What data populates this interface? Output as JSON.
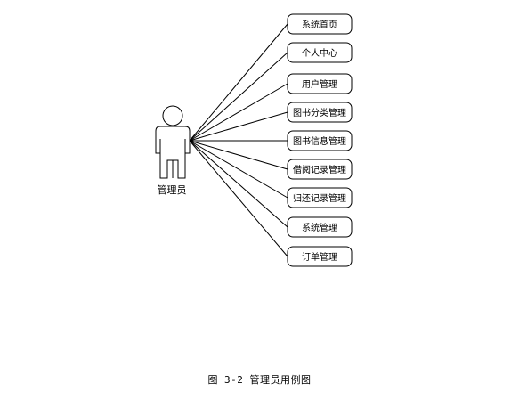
{
  "actor": {
    "name": "管理员"
  },
  "use_cases": [
    {
      "label": "系统首页"
    },
    {
      "label": "个人中心"
    },
    {
      "label": "用户管理"
    },
    {
      "label": "图书分类管理"
    },
    {
      "label": "图书信息管理"
    },
    {
      "label": "借阅记录管理"
    },
    {
      "label": "归还记录管理"
    },
    {
      "label": "系统管理"
    },
    {
      "label": "订单管理"
    }
  ],
  "caption": "图 3-2 管理员用例图",
  "colors": {
    "stroke": "#000000",
    "fill": "#ffffff"
  }
}
